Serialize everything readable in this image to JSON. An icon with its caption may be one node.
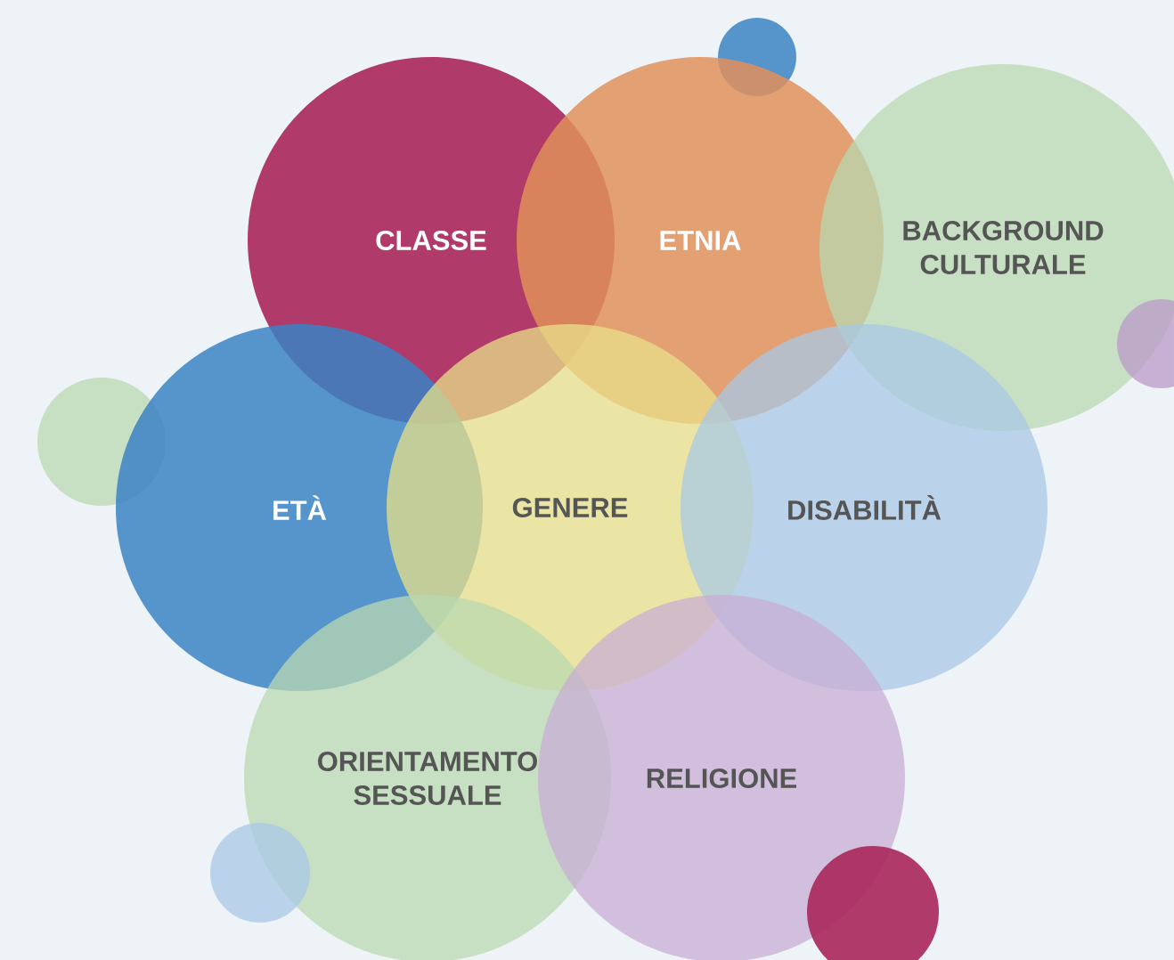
{
  "diagram": {
    "nodes": [
      {
        "text": [],
        "shape": "circle"
      },
      {
        "text": [
          "CLASSE"
        ]
      },
      {
        "text": [
          "ETNIA"
        ]
      },
      {
        "text": [
          "BACKGROUND CULTURALE"
        ]
      },
      {
        "text": [],
        "shape": "circle"
      },
      {
        "text": [],
        "shape": "circle"
      },
      {
        "text": [
          "ETÀ"
        ]
      },
      {
        "text": [
          "GENERE"
        ]
      },
      {
        "text": [
          "DISABILITÀ"
        ]
      },
      {
        "text": [
          "ORIENTAMENTO SESSUALE"
        ]
      },
      {
        "text": [
          "RELIGIONE"
        ]
      },
      {
        "text": [],
        "shape": "circle"
      },
      {
        "text": [],
        "shape": "circle"
      }
    ]
  }
}
